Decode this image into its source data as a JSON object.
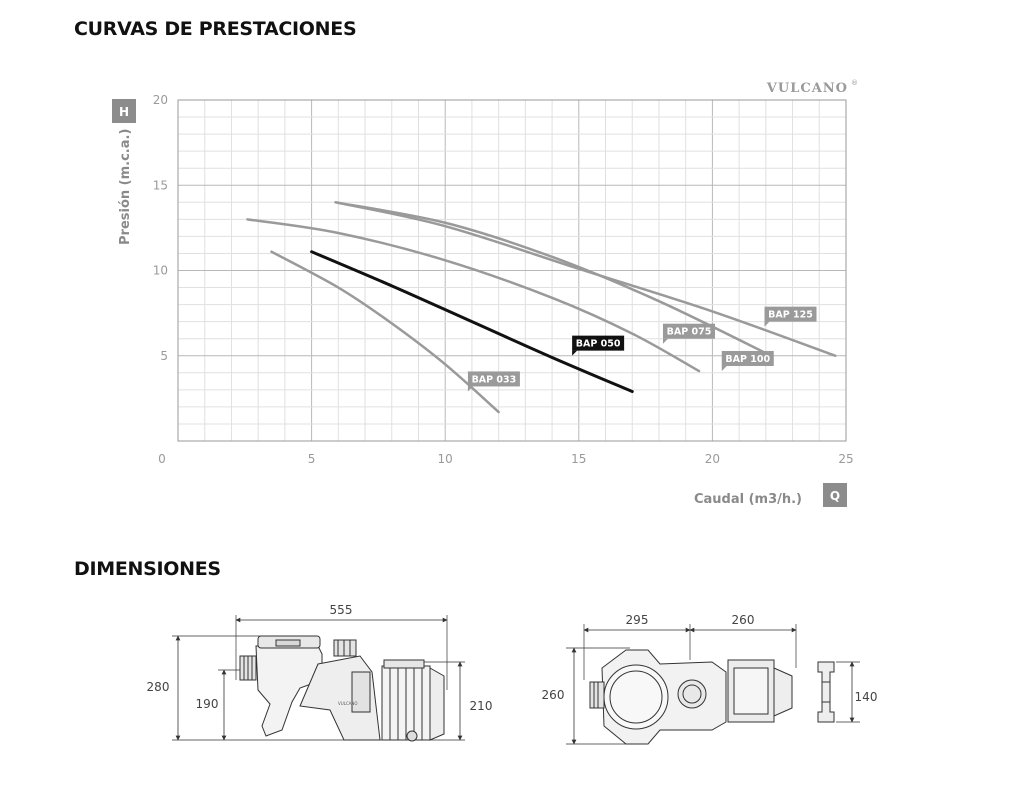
{
  "sections": {
    "performance_title": "CURVAS DE PRESTACIONES",
    "dimensions_title": "DIMENSIONES"
  },
  "brand": "VULCANO",
  "chart_data": {
    "type": "line",
    "title": "",
    "xlabel": "Caudal (m3/h.)",
    "ylabel": "Presión (m.c.a.)",
    "x_badge": "Q",
    "y_badge": "H",
    "xlim": [
      0,
      25
    ],
    "ylim": [
      0,
      20
    ],
    "x_ticks": [
      0,
      5,
      10,
      15,
      20,
      25
    ],
    "y_ticks": [
      5,
      10,
      15,
      20
    ],
    "grid": true,
    "series": [
      {
        "name": "BAP 033",
        "color": "#9a9a9a",
        "x": [
          3.5,
          6,
          8,
          10,
          12
        ],
        "y": [
          11.1,
          9.0,
          6.9,
          4.5,
          1.7
        ]
      },
      {
        "name": "BAP 050",
        "color": "#111111",
        "x": [
          5,
          8,
          11,
          14,
          17
        ],
        "y": [
          11.1,
          9.1,
          7.0,
          4.9,
          2.9
        ]
      },
      {
        "name": "BAP 075",
        "color": "#9a9a9a",
        "x": [
          2.6,
          6,
          10,
          14,
          17,
          19.5
        ],
        "y": [
          13.0,
          12.2,
          10.6,
          8.4,
          6.3,
          4.1
        ]
      },
      {
        "name": "BAP 100",
        "color": "#9a9a9a",
        "x": [
          5.9,
          10,
          14,
          18,
          22.2
        ],
        "y": [
          14.0,
          12.8,
          10.8,
          8.2,
          5.0
        ]
      },
      {
        "name": "BAP 125",
        "color": "#9a9a9a",
        "x": [
          5.9,
          10,
          15,
          20,
          24.6
        ],
        "y": [
          14.0,
          12.6,
          10.1,
          7.6,
          5.0
        ]
      }
    ]
  },
  "dimensions": {
    "side_width": "555",
    "side_height_total": "280",
    "side_height_inlet": "190",
    "side_height_motor": "210",
    "top_width_left": "295",
    "top_width_right": "260",
    "top_height": "260",
    "end_height": "140"
  }
}
